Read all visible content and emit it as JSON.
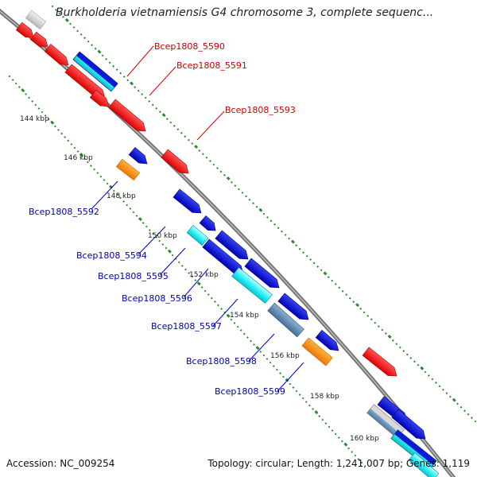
{
  "title": "Burkholderia vietnamiensis G4 chromosome 3, complete sequenc...",
  "footer": {
    "accession": "Accession: NC_009254",
    "summary": "Topology: circular; Length: 1,241,007 bp; Genes: 1,119"
  },
  "colors": {
    "forward_gene": "#ee0000",
    "reverse_gene": "#0000cc",
    "cyan_gene": "#00e5ee",
    "orange_gene": "#ff8800",
    "steel_gene": "#4f7fa8",
    "grey_gene": "#cfcfcf",
    "backbone": "#8a8a8a",
    "gc_track": "#2a8a2a"
  },
  "ticks": [
    {
      "label": "144 kbp"
    },
    {
      "label": "146 kbp"
    },
    {
      "label": "148 kbp"
    },
    {
      "label": "150 kbp"
    },
    {
      "label": "152 kbp"
    },
    {
      "label": "154 kbp"
    },
    {
      "label": "156 kbp"
    },
    {
      "label": "158 kbp"
    },
    {
      "label": "160 kbp"
    }
  ],
  "gene_labels_top": [
    {
      "label": "Bcep1808_5590"
    },
    {
      "label": "Bcep1808_5591"
    },
    {
      "label": "Bcep1808_5593"
    }
  ],
  "gene_labels_bottom": [
    {
      "label": "Bcep1808_5592"
    },
    {
      "label": "Bcep1808_5594"
    },
    {
      "label": "Bcep1808_5595"
    },
    {
      "label": "Bcep1808_5596"
    },
    {
      "label": "Bcep1808_5597"
    },
    {
      "label": "Bcep1808_5598"
    },
    {
      "label": "Bcep1808_5599"
    }
  ]
}
